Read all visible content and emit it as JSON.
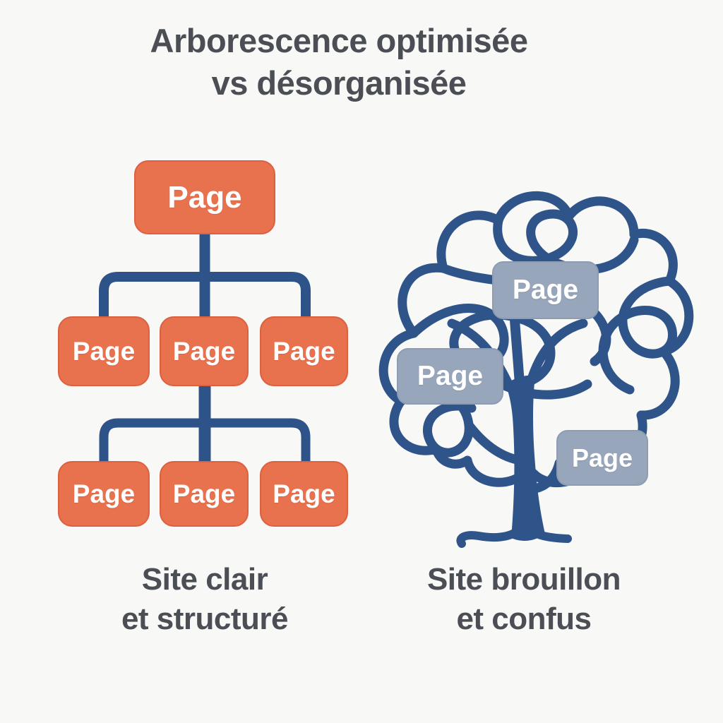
{
  "title": {
    "line1": "Arborescence optimisée",
    "line2": "vs désorganisée"
  },
  "left_diagram": {
    "type": "organized-sitemap-tree",
    "root": {
      "label": "Page"
    },
    "level2": [
      {
        "label": "Page"
      },
      {
        "label": "Page"
      },
      {
        "label": "Page"
      }
    ],
    "level3": [
      {
        "label": "Page"
      },
      {
        "label": "Page"
      },
      {
        "label": "Page"
      }
    ],
    "caption": {
      "line1": "Site clair",
      "line2": "et structuré"
    }
  },
  "right_diagram": {
    "type": "tangled-tree",
    "pages": [
      {
        "label": "Page"
      },
      {
        "label": "Page"
      },
      {
        "label": "Page"
      }
    ],
    "caption": {
      "line1": "Site brouillon",
      "line2": "et confus"
    }
  },
  "colors": {
    "background": "#f8f8f7",
    "heading_text": "#4b4f55",
    "orange_box": "#e8714e",
    "gray_box": "#98a6bb",
    "connector_blue": "#2e5389",
    "box_text": "#ffffff"
  }
}
